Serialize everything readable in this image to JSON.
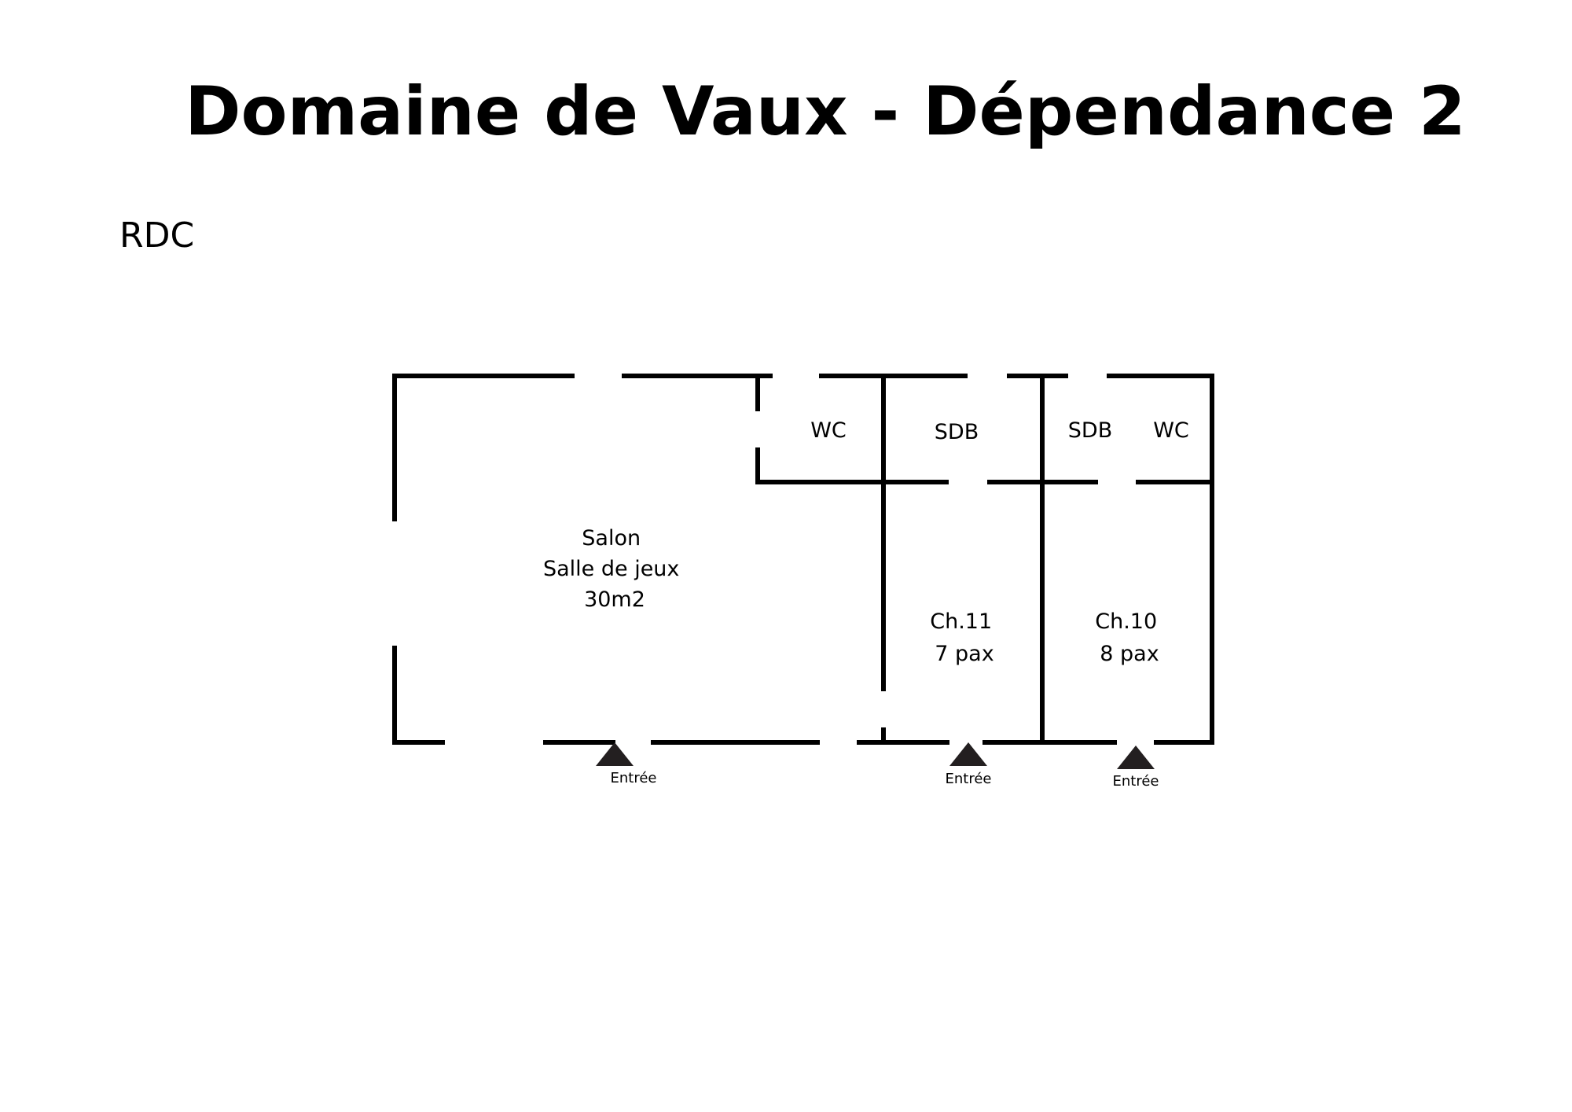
{
  "title": "Domaine de Vaux - Dépendance 2",
  "floor": "RDC",
  "rooms": {
    "salon": [
      "Salon",
      "Salle de jeux",
      "30m2"
    ],
    "wc_left": "WC",
    "sdb_left": "SDB",
    "sdb_right": "SDB",
    "wc_right": "WC",
    "ch11": [
      "Ch.11",
      "7 pax"
    ],
    "ch10": [
      "Ch.10",
      "8 pax"
    ]
  },
  "entrances": [
    "Entrée",
    "Entrée",
    "Entrée"
  ],
  "colors": {
    "wall": "#000000",
    "entrance_marker": "#231f20"
  }
}
